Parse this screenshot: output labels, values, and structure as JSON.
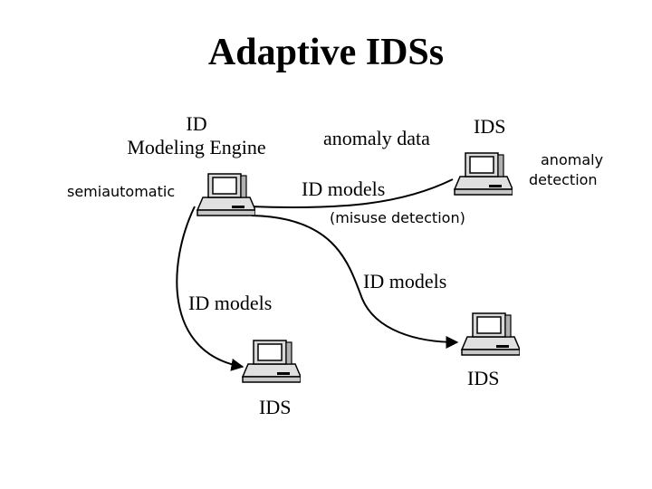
{
  "title": "Adaptive IDSs",
  "engine": {
    "line1": "ID",
    "line2": "Modeling Engine",
    "mode": "semiautomatic"
  },
  "labels": {
    "anomaly_data": "anomaly data",
    "ids_top": "IDS",
    "anomaly_detection_1": "anomaly",
    "anomaly_detection_2": "detection",
    "id_models_top": "ID models",
    "misuse_detection": "(misuse detection)",
    "id_models_mid": "ID models",
    "id_models_left": "ID models",
    "ids_right": "IDS",
    "ids_bottom": "IDS"
  }
}
